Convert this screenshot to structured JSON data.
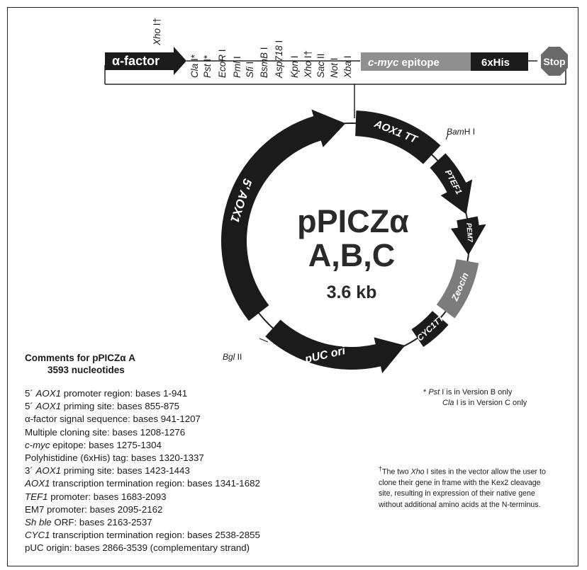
{
  "plasmid": {
    "name": "pPICZα",
    "versions": "A,B,C",
    "size": "3.6 kb"
  },
  "mcs": {
    "alpha_factor": "α-factor",
    "sites_top": [
      {
        "name": "Xho",
        "suffix": " I",
        "mark": "†"
      }
    ],
    "sites": [
      {
        "name": "Cla",
        "suffix": " I",
        "mark": "*"
      },
      {
        "name": "Pst",
        "suffix": " I",
        "mark": "*"
      },
      {
        "name": "EcoR",
        "suffix": " I",
        "mark": ""
      },
      {
        "name": "Pml",
        "suffix": " I",
        "mark": ""
      },
      {
        "name": "Sfi",
        "suffix": " I",
        "mark": ""
      },
      {
        "name": "BsmB",
        "suffix": " I",
        "mark": ""
      },
      {
        "name": "Asp718",
        "suffix": " I",
        "mark": ""
      },
      {
        "name": "Kpn",
        "suffix": " I",
        "mark": ""
      },
      {
        "name": "Xho",
        "suffix": " I",
        "mark": "†"
      },
      {
        "name": "Sac",
        "suffix": " II",
        "mark": ""
      },
      {
        "name": "Not",
        "suffix": " I",
        "mark": ""
      },
      {
        "name": "Xba",
        "suffix": " I",
        "mark": ""
      }
    ],
    "cmyc_italic": "c-myc",
    "cmyc_rest": " epitope",
    "his": "6xHis",
    "stop": "Stop"
  },
  "map_features": {
    "aox1_promoter": "5' AOX1",
    "aox1_tt": "AOX1 TT",
    "ptef1": "PTEF1",
    "pem7": "PEM7",
    "zeocin": "Zeocin",
    "cyc1tt": "CYC1TT",
    "puc_ori": "pUC ori",
    "bamh1_italic": "Bam",
    "bamh1_rest": "H I",
    "bgl2_italic": "Bgl",
    "bgl2_rest": " II"
  },
  "comments": {
    "title": "Comments for pPICZα A",
    "subtitle": "3593 nucleotides",
    "features": [
      {
        "it": "",
        "pre": "5´ ",
        "it2": "AOX1",
        "rest": " promoter region: bases 1-941"
      },
      {
        "it": "",
        "pre": "5´ ",
        "it2": "AOX1",
        "rest": " priming site: bases 855-875"
      },
      {
        "it": "",
        "pre": "α-factor signal sequence: bases 941-1207",
        "it2": "",
        "rest": ""
      },
      {
        "it": "",
        "pre": "Multiple cloning site:  bases 1208-1276",
        "it2": "",
        "rest": ""
      },
      {
        "it": "c-myc",
        "pre": "",
        "it2": "",
        "rest": " epitope: bases 1275-1304"
      },
      {
        "it": "",
        "pre": "Polyhistidine (6xHis) tag: bases 1320-1337",
        "it2": "",
        "rest": ""
      },
      {
        "it": "",
        "pre": "3´ ",
        "it2": "AOX1",
        "rest": " priming site: bases 1423-1443"
      },
      {
        "it": "AOX1",
        "pre": "",
        "it2": "",
        "rest": " transcription termination region: bases 1341-1682"
      },
      {
        "it": "TEF1",
        "pre": "",
        "it2": "",
        "rest": " promoter: bases 1683-2093"
      },
      {
        "it": "",
        "pre": "EM7 promoter: bases 2095-2162",
        "it2": "",
        "rest": ""
      },
      {
        "it": "Sh ble",
        "pre": "",
        "it2": "",
        "rest": " ORF: bases 2163-2537"
      },
      {
        "it": "CYC1",
        "pre": "",
        "it2": "",
        "rest": " transcription termination region: bases 2538-2855"
      },
      {
        "it": "",
        "pre": "pUC origin: bases 2866-3539 (complementary strand)",
        "it2": "",
        "rest": ""
      }
    ]
  },
  "notes": {
    "pst_pre": "* ",
    "pst_it": "Pst",
    "pst_rest": " I is in Version B only",
    "cla_it": "Cla",
    "cla_rest": " I is in Version C only",
    "xho_mark": "†",
    "xho_pre": "The two ",
    "xho_it": "Xho",
    "xho_rest": " I sites in the vector allow the user to clone their gene in frame with the Kex2 cleavage site, resulting in expression of their native gene without additional amino acids at the N-terminus."
  },
  "colors": {
    "segment_dark": "#1b1b1b",
    "cmyc_box": "#8f8f8f",
    "zeocin_box": "#7c7c7c",
    "stop_octagon": "#6a6a6a",
    "outline": "#222222"
  }
}
